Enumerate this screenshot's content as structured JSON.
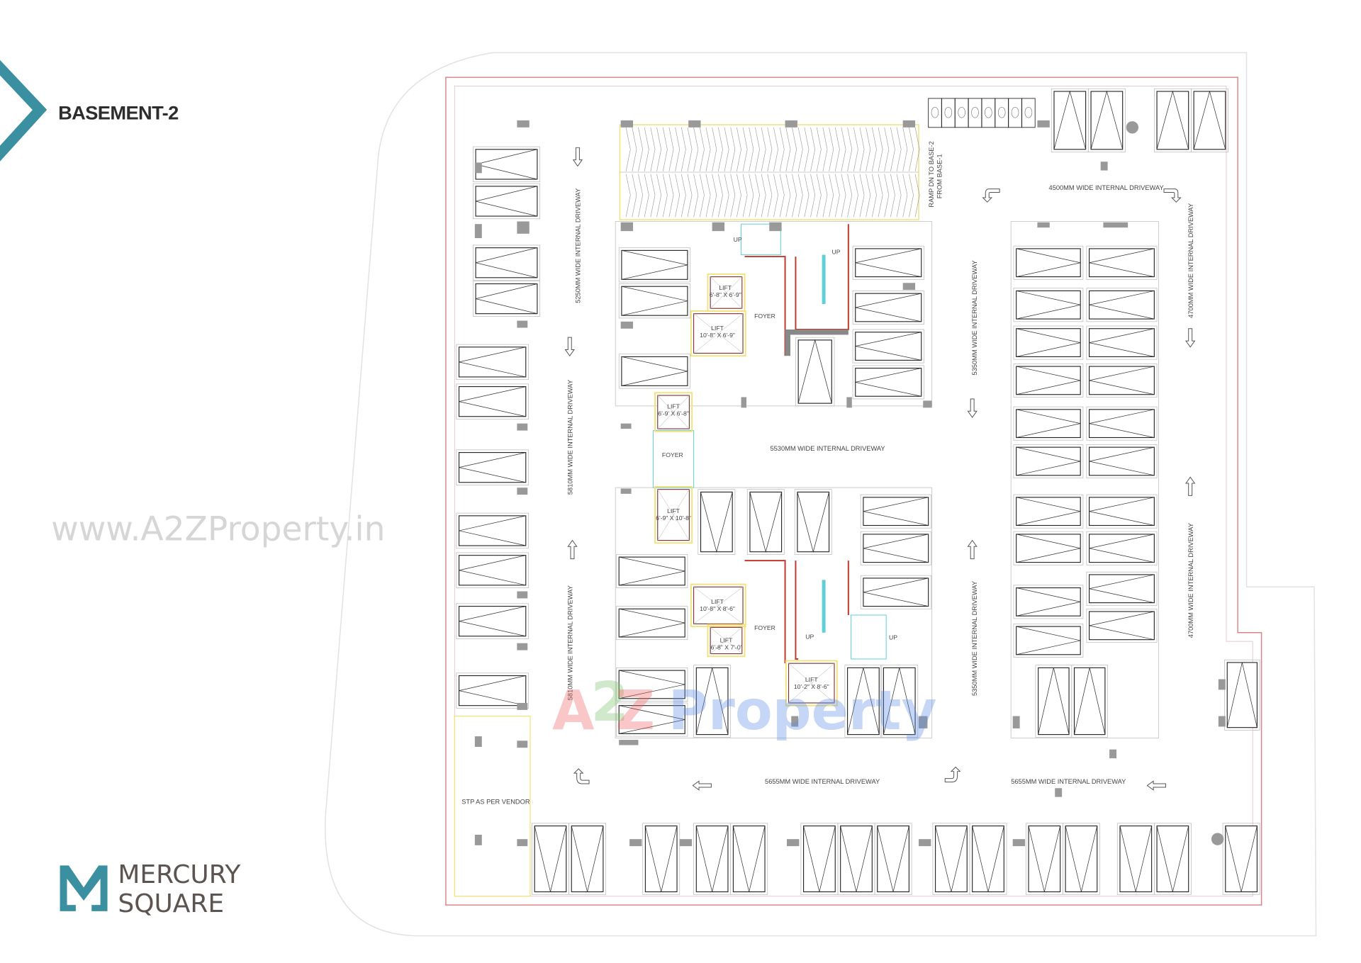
{
  "title": "BASEMENT-2",
  "watermark_url": "www.A2ZProperty.in",
  "watermark_logo": {
    "a": "A",
    "two": "2",
    "z": "Z",
    "property": "Property"
  },
  "brand": {
    "line1": "MERCURY",
    "line2": "SQUARE",
    "color": "#3a8fa0",
    "text_color": "#5c5450"
  },
  "colors": {
    "accent": "#3a8fa0",
    "boundary": "#d9868b",
    "stair": "#5fd0d8",
    "lift_outline": "#f2e27a",
    "wall": "#c0392b"
  },
  "ramp": {
    "line1": "RAMP DN TO BASE-2",
    "line2": "FROM BASE-1"
  },
  "driveways": {
    "top": "4500MM WIDE INTERNAL DRIVEWAY",
    "left_upper": "5250MM WIDE INTERNAL DRIVEWAY",
    "left_middle": "5810MM WIDE INTERNAL DRIVEWAY",
    "left_lower": "5810MM WIDE INTERNAL DRIVEWAY",
    "center": "5530MM WIDE INTERNAL DRIVEWAY",
    "mid_upper": "5350MM WIDE INTERNAL DRIVEWAY",
    "mid_lower": "5350MM WIDE INTERNAL DRIVEWAY",
    "right_upper": "4700MM WIDE INTERNAL DRIVEWAY",
    "right_lower": "4700MM WIDE INTERNAL DRIVEWAY",
    "bottom_left": "5655MM WIDE INTERNAL DRIVEWAY",
    "bottom_right": "5655MM WIDE INTERNAL DRIVEWAY"
  },
  "stp": "STP AS PER VENDOR",
  "foyer": "FOYER",
  "up": "UP",
  "lift_label": "LIFT",
  "lifts": [
    "6'-8\" X 6'-9\"",
    "10'-8\" X 6'-9\"",
    "6'-9' X 6'-8\"",
    "6'-9\" X 10'-8\"",
    "10'-8\" X 8'-6\"",
    "6'-8\" X 7'-0'",
    "10'-2\" X 8'-6\""
  ]
}
